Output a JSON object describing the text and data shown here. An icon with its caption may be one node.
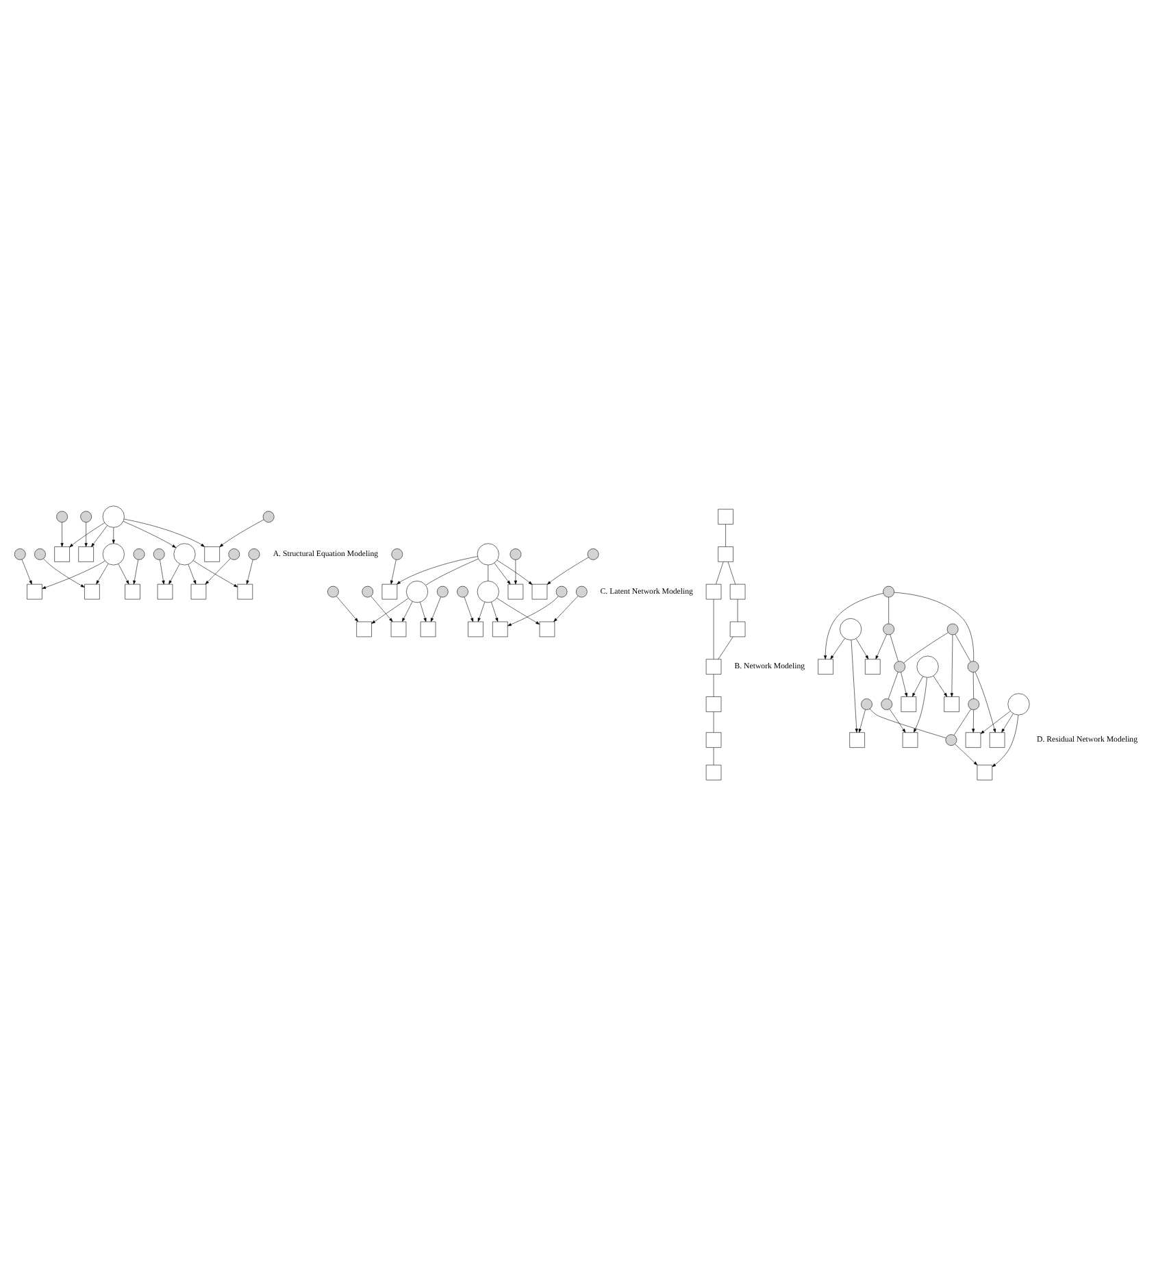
{
  "diagram": {
    "nodes": [
      {
        "text": [],
        "shape": "circle"
      },
      {
        "text": [],
        "shape": "circle"
      },
      {
        "text": [],
        "shape": "circle"
      },
      {
        "text": [],
        "shape": "box"
      },
      {
        "text": [],
        "shape": "box"
      },
      {
        "text": [],
        "shape": "box"
      },
      {
        "text": [],
        "shape": "circle"
      },
      {
        "text": [],
        "shape": "circle"
      },
      {
        "text": [],
        "shape": "circle"
      },
      {
        "text": [],
        "shape": "box"
      },
      {
        "text": [],
        "shape": "box"
      },
      {
        "text": [],
        "shape": "box"
      },
      {
        "text": [],
        "shape": "circle"
      },
      {
        "text": [],
        "shape": "circle"
      },
      {
        "text": [],
        "shape": "circle"
      },
      {
        "text": [],
        "shape": "box"
      },
      {
        "text": [],
        "shape": "box"
      },
      {
        "text": [],
        "shape": "box"
      },
      {
        "text": [],
        "shape": "circle"
      },
      {
        "text": [],
        "shape": "circle"
      },
      {
        "text": [],
        "shape": "circle"
      },
      {
        "text": [],
        "shape": "box"
      },
      {
        "text": [],
        "shape": "box"
      },
      {
        "text": [],
        "shape": "box"
      },
      {
        "text": [],
        "shape": "box"
      },
      {
        "text": [],
        "shape": "box"
      },
      {
        "text": [],
        "shape": "box"
      },
      {
        "text": [],
        "shape": "box"
      },
      {
        "text": [],
        "shape": "box"
      },
      {
        "text": [],
        "shape": "box"
      },
      {
        "text": [],
        "shape": "circle"
      },
      {
        "text": [],
        "shape": "circle"
      },
      {
        "text": [],
        "shape": "circle"
      },
      {
        "text": [],
        "shape": "box"
      },
      {
        "text": [],
        "shape": "box"
      },
      {
        "text": [],
        "shape": "box"
      },
      {
        "text": [],
        "shape": "circle"
      },
      {
        "text": [],
        "shape": "circle"
      },
      {
        "text": [],
        "shape": "circle"
      },
      {
        "text": [],
        "shape": "box"
      },
      {
        "text": [],
        "shape": "box"
      },
      {
        "text": [],
        "shape": "box"
      },
      {
        "text": [],
        "shape": "circle"
      },
      {
        "text": [],
        "shape": "circle"
      },
      {
        "text": [],
        "shape": "circle"
      },
      {
        "text": [],
        "shape": "box"
      },
      {
        "text": [],
        "shape": "box"
      },
      {
        "text": [],
        "shape": "box"
      },
      {
        "text": [],
        "shape": "circle"
      },
      {
        "text": [],
        "shape": "circle"
      },
      {
        "text": [],
        "shape": "circle"
      },
      {
        "text": [],
        "shape": "circle"
      },
      {
        "text": [],
        "shape": "circle"
      },
      {
        "text": [],
        "shape": "circle"
      },
      {
        "text": [],
        "shape": "box"
      },
      {
        "text": [],
        "shape": "box"
      },
      {
        "text": [],
        "shape": "box"
      },
      {
        "text": [],
        "shape": "box"
      },
      {
        "text": [],
        "shape": "box"
      },
      {
        "text": [],
        "shape": "box"
      },
      {
        "text": [],
        "shape": "box"
      },
      {
        "text": [],
        "shape": "box"
      },
      {
        "text": [],
        "shape": "box"
      },
      {
        "text": [],
        "shape": "circle"
      },
      {
        "text": [],
        "shape": "circle"
      },
      {
        "text": [],
        "shape": "circle"
      },
      {
        "text": [],
        "shape": "circle"
      },
      {
        "text": [],
        "shape": "circle"
      },
      {
        "text": [],
        "shape": "circle"
      },
      {
        "text": [],
        "shape": "circle"
      },
      {
        "text": [],
        "shape": "circle"
      },
      {
        "text": [],
        "shape": "circle"
      }
    ],
    "edges": [
      {
        "from": 0,
        "to": 1,
        "arrow": "to"
      },
      {
        "from": 0,
        "to": 2,
        "arrow": "to"
      },
      {
        "from": 1,
        "to": 3,
        "arrow": "to"
      },
      {
        "from": 1,
        "to": 4,
        "arrow": "to"
      },
      {
        "from": 1,
        "to": 5,
        "arrow": "to"
      },
      {
        "from": 6,
        "to": 3,
        "arrow": "to"
      },
      {
        "from": 7,
        "to": 4,
        "arrow": "to"
      },
      {
        "from": 8,
        "to": 5,
        "arrow": "to"
      },
      {
        "from": 2,
        "to": 9,
        "arrow": "to"
      },
      {
        "from": 2,
        "to": 10,
        "arrow": "to"
      },
      {
        "from": 2,
        "to": 11,
        "arrow": "to"
      },
      {
        "from": 12,
        "to": 9,
        "arrow": "to"
      },
      {
        "from": 13,
        "to": 10,
        "arrow": "to"
      },
      {
        "from": 14,
        "to": 11,
        "arrow": "to"
      },
      {
        "from": 0,
        "to": 15,
        "arrow": "to"
      },
      {
        "from": 0,
        "to": 16,
        "arrow": "to"
      },
      {
        "from": 0,
        "to": 17,
        "arrow": "to"
      },
      {
        "from": 18,
        "to": 15,
        "arrow": "to"
      },
      {
        "from": 19,
        "to": 16,
        "arrow": "to"
      },
      {
        "from": 20,
        "to": 17,
        "arrow": "to"
      },
      {
        "from": 21,
        "to": 22,
        "arrow": "none"
      },
      {
        "from": 22,
        "to": 23,
        "arrow": "none"
      },
      {
        "from": 22,
        "to": 24,
        "arrow": "none"
      },
      {
        "from": 23,
        "to": 26,
        "arrow": "none"
      },
      {
        "from": 24,
        "to": 25,
        "arrow": "none"
      },
      {
        "from": 25,
        "to": 26,
        "arrow": "none"
      },
      {
        "from": 26,
        "to": 27,
        "arrow": "none"
      },
      {
        "from": 27,
        "to": 28,
        "arrow": "none"
      },
      {
        "from": 28,
        "to": 29,
        "arrow": "none"
      },
      {
        "from": 30,
        "to": 31,
        "arrow": "none"
      },
      {
        "from": 30,
        "to": 32,
        "arrow": "none"
      },
      {
        "from": 31,
        "to": 33,
        "arrow": "to"
      },
      {
        "from": 31,
        "to": 34,
        "arrow": "to"
      },
      {
        "from": 31,
        "to": 35,
        "arrow": "to"
      },
      {
        "from": 36,
        "to": 33,
        "arrow": "to"
      },
      {
        "from": 37,
        "to": 34,
        "arrow": "to"
      },
      {
        "from": 38,
        "to": 35,
        "arrow": "to"
      },
      {
        "from": 32,
        "to": 39,
        "arrow": "to"
      },
      {
        "from": 32,
        "to": 40,
        "arrow": "to"
      },
      {
        "from": 32,
        "to": 41,
        "arrow": "to"
      },
      {
        "from": 42,
        "to": 39,
        "arrow": "to"
      },
      {
        "from": 43,
        "to": 40,
        "arrow": "to"
      },
      {
        "from": 44,
        "to": 41,
        "arrow": "to"
      },
      {
        "from": 30,
        "to": 45,
        "arrow": "to"
      },
      {
        "from": 30,
        "to": 46,
        "arrow": "to"
      },
      {
        "from": 30,
        "to": 47,
        "arrow": "to"
      },
      {
        "from": 48,
        "to": 45,
        "arrow": "to"
      },
      {
        "from": 49,
        "to": 46,
        "arrow": "to"
      },
      {
        "from": 50,
        "to": 47,
        "arrow": "to"
      },
      {
        "from": 51,
        "to": 54,
        "arrow": "to"
      },
      {
        "from": 51,
        "to": 55,
        "arrow": "to"
      },
      {
        "from": 51,
        "to": 56,
        "arrow": "to"
      },
      {
        "from": 52,
        "to": 57,
        "arrow": "to"
      },
      {
        "from": 52,
        "to": 58,
        "arrow": "to"
      },
      {
        "from": 52,
        "to": 59,
        "arrow": "to"
      },
      {
        "from": 53,
        "to": 60,
        "arrow": "to"
      },
      {
        "from": 53,
        "to": 61,
        "arrow": "to"
      },
      {
        "from": 53,
        "to": 62,
        "arrow": "to"
      },
      {
        "from": 63,
        "to": 54,
        "arrow": "to"
      },
      {
        "from": 64,
        "to": 55,
        "arrow": "to"
      },
      {
        "from": 65,
        "to": 56,
        "arrow": "to"
      },
      {
        "from": 66,
        "to": 57,
        "arrow": "to"
      },
      {
        "from": 67,
        "to": 58,
        "arrow": "to"
      },
      {
        "from": 68,
        "to": 59,
        "arrow": "to"
      },
      {
        "from": 69,
        "to": 60,
        "arrow": "to"
      },
      {
        "from": 70,
        "to": 61,
        "arrow": "to"
      },
      {
        "from": 71,
        "to": 62,
        "arrow": "to"
      },
      {
        "from": 64,
        "to": 65,
        "arrow": "none"
      },
      {
        "from": 64,
        "to": 69,
        "arrow": "none"
      },
      {
        "from": 65,
        "to": 67,
        "arrow": "none"
      },
      {
        "from": 66,
        "to": 69,
        "arrow": "none"
      },
      {
        "from": 66,
        "to": 67,
        "arrow": "none"
      },
      {
        "from": 67,
        "to": 68,
        "arrow": "none"
      },
      {
        "from": 63,
        "to": 71,
        "arrow": "none"
      },
      {
        "from": 69,
        "to": 70,
        "arrow": "none"
      },
      {
        "from": 70,
        "to": 71,
        "arrow": "none"
      }
    ],
    "labels": [
      "A. Structural Equation Modeling",
      "B. Network Modeling",
      "C. Latent Network Modeling",
      "D. Residual Network Modeling"
    ]
  }
}
